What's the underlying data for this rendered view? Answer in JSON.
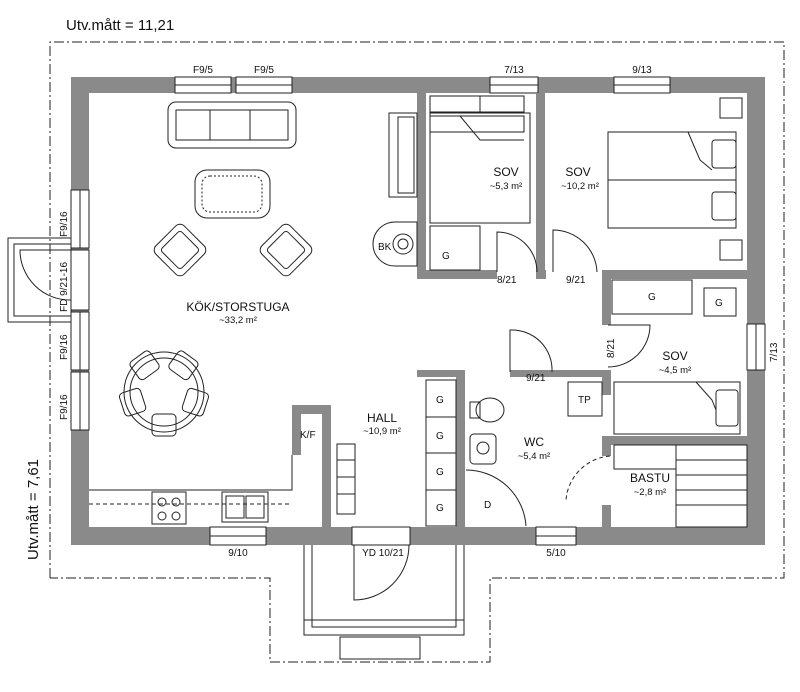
{
  "dimensions": {
    "width_label": "Utv.mått = 11,21",
    "height_label": "Utv.mått = 7,61"
  },
  "rooms": {
    "kok": {
      "name": "KÖK/STORSTUGA",
      "area": "~33,2 m²"
    },
    "sov1": {
      "name": "SOV",
      "area": "~5,3 m²"
    },
    "sov2": {
      "name": "SOV",
      "area": "~10,2 m²"
    },
    "sov3": {
      "name": "SOV",
      "area": "~4,5 m²"
    },
    "hall": {
      "name": "HALL",
      "area": "~10,9 m²"
    },
    "wc": {
      "name": "WC",
      "area": "~5,4 m²"
    },
    "bastu": {
      "name": "BASTU",
      "area": "~2,8 m²"
    }
  },
  "fixtures": {
    "bk": "BK",
    "kf": "K/F",
    "tp": "TP",
    "d": "D",
    "g": "G"
  },
  "windows": {
    "top1": "F9/5",
    "top2": "F9/5",
    "top3": "7/13",
    "top4": "9/13",
    "left1": "F9/16",
    "left_door": "FD 9/21-16",
    "left2": "F9/16",
    "left3": "F9/16",
    "right1": "7/13",
    "bottom1": "9/10",
    "bottom_door": "YD 10/21",
    "bottom2": "5/10"
  },
  "doors": {
    "d1": "8/21",
    "d2": "9/21",
    "d3": "8/21",
    "d4": "9/21"
  }
}
